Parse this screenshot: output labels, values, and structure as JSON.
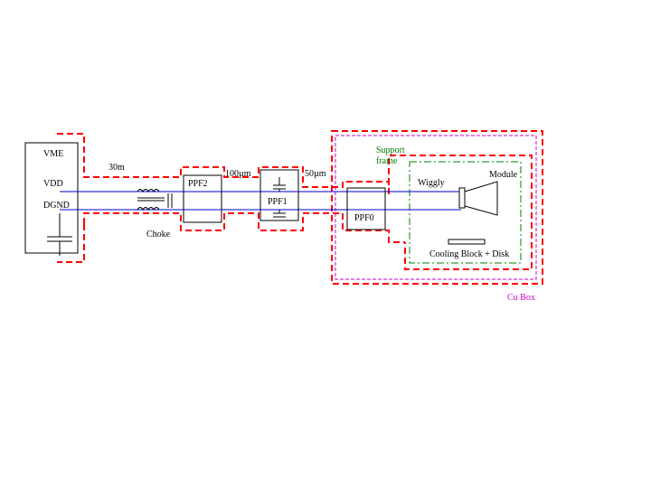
{
  "labels": {
    "vme": "VME",
    "vdd": "VDD",
    "dgnd": "DGND",
    "cable_30m": "30m",
    "choke": "Choke",
    "ppf2": "PPF2",
    "cable_100um": "100µm",
    "ppf1": "PPF1",
    "cable_50um": "50µm",
    "support_frame_line1": "Support",
    "support_frame_line2": "frame",
    "ppf0": "PPF0",
    "wiggly": "Wiggly",
    "module": "Module",
    "cooling": "Cooling Block + Disk",
    "cu_box": "Cu Box"
  },
  "colors": {
    "shield_dashed": "#ff0000",
    "signal_line": "#0000cc",
    "support_frame": "#cc00cc",
    "cu_box_label": "#cc00cc",
    "support_label": "#008000",
    "module_box": "#008000"
  }
}
